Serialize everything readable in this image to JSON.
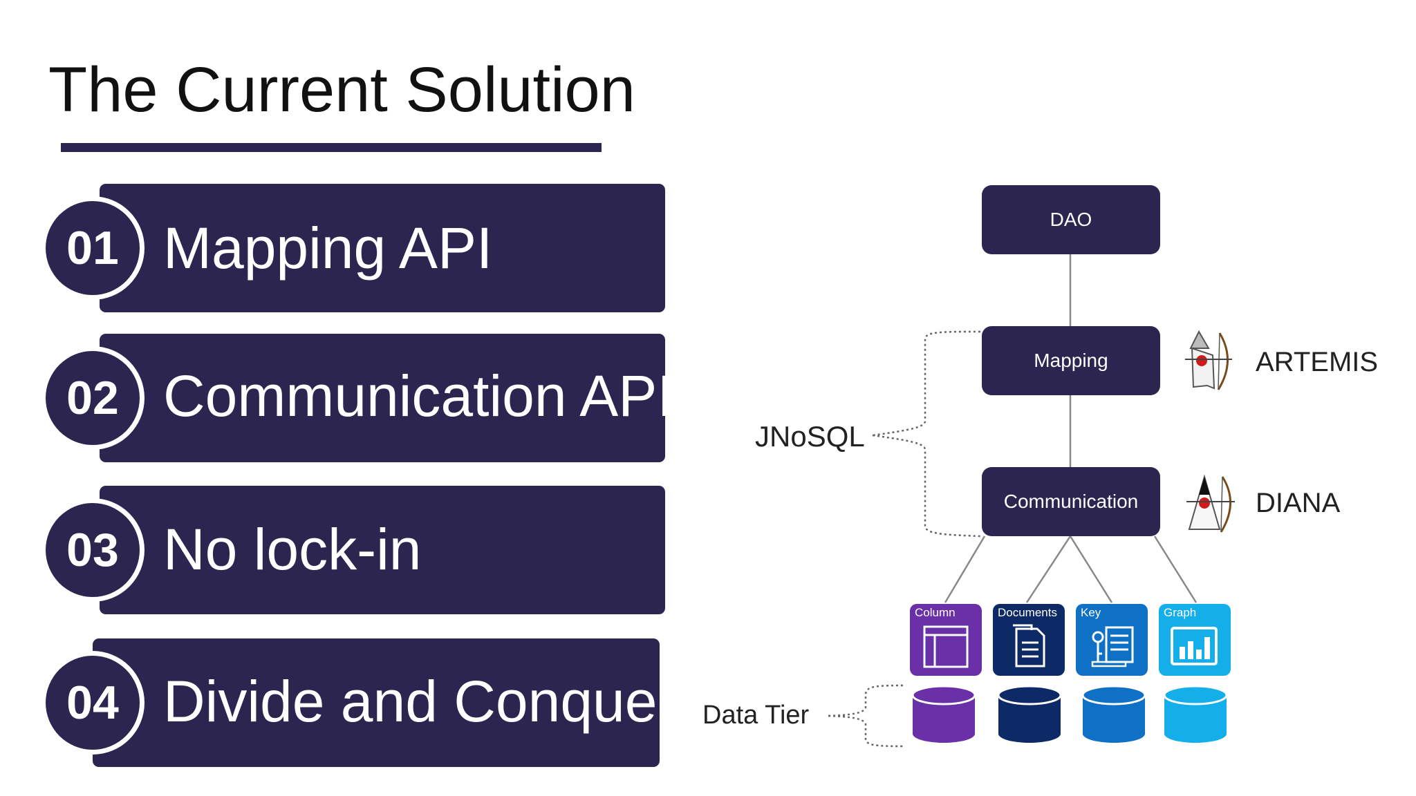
{
  "title": "The Current Solution",
  "items": [
    {
      "num": "01",
      "label": "Mapping API"
    },
    {
      "num": "02",
      "label": "Communication API"
    },
    {
      "num": "03",
      "label": "No lock-in"
    },
    {
      "num": "04",
      "label": "Divide and Conquer"
    }
  ],
  "diagram": {
    "dao": "DAO",
    "mapping": "Mapping",
    "communication": "Communication",
    "artemis": "ARTEMIS",
    "diana": "DIANA",
    "jnosql": "JNoSQL",
    "data_tier": "Data Tier",
    "tiles": [
      {
        "label": "Column",
        "color": "#6a30a8",
        "icon": "column-table-icon"
      },
      {
        "label": "Documents",
        "color": "#0d2a66",
        "icon": "document-icon"
      },
      {
        "label": "Key",
        "color": "#0f71c6",
        "icon": "key-value-icon"
      },
      {
        "label": "Graph",
        "color": "#14aeea",
        "icon": "bar-graph-icon"
      }
    ]
  },
  "colors": {
    "primary": "#2c2550",
    "column": "#6a30a8",
    "documents": "#0d2a66",
    "key": "#0f71c6",
    "graph": "#14aeea"
  }
}
